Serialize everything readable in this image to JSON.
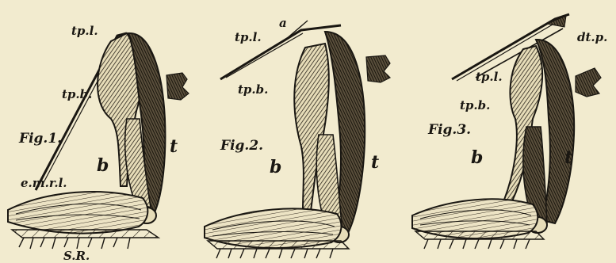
{
  "figure_1": {
    "caption": "Fig.1.",
    "labels": {
      "tpl": "tp.l.",
      "tpb": "tp.b.",
      "t": "t",
      "b": "b",
      "emrl": "e.m.r.l.",
      "sr": "S.R."
    }
  },
  "figure_2": {
    "caption": "Fig.2.",
    "labels": {
      "a": "a",
      "tpl": "tp.l.",
      "tpb": "tp.b.",
      "t": "t",
      "b": "b"
    }
  },
  "figure_3": {
    "caption": "Fig.3.",
    "labels": {
      "dtp": "dt.p.",
      "tpl": "tp.l.",
      "tpb": "tp.b.",
      "b": "b",
      "t": "t"
    }
  }
}
